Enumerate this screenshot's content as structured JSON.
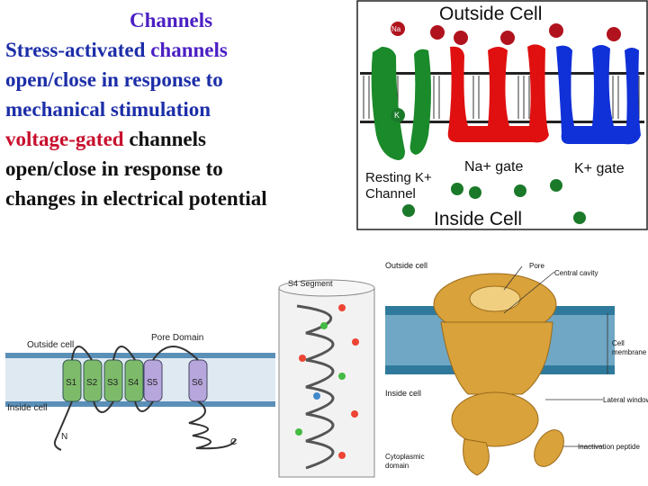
{
  "text": {
    "title": "Channels",
    "line1_prefix": "Stress-activated ",
    "line1_suffix": "channels",
    "line2": "open/close in response to",
    "line3": "mechanical stimulation",
    "line4_prefix": "voltage-gated ",
    "line4_suffix": "channels",
    "line5": "open/close in response to",
    "line6": "changes in electrical potential"
  },
  "top_right": {
    "outside_label": "Outside Cell",
    "inside_label": "Inside Cell",
    "resting_label_1": "Resting K+",
    "resting_label_2": "Channel",
    "na_gate_label": "Na+ gate",
    "k_gate_label": "K+ gate",
    "na_ion": "Na",
    "k_ion": "K"
  },
  "bottom_left": {
    "outside_label": "Outside cell",
    "inside_label": "Inside cell",
    "pore_label": "Pore Domain",
    "s4_label": "S4 Segment",
    "segments": [
      "S1",
      "S2",
      "S3",
      "S4",
      "S5",
      "S6"
    ],
    "n_label": "N",
    "c_label": "C"
  },
  "bottom_right": {
    "outside_label": "Outside cell",
    "inside_label": "Inside cell",
    "pore_label": "Pore",
    "central_label": "Central cavity",
    "membrane_label_1": "Cell",
    "membrane_label_2": "membrane",
    "lateral_label": "Lateral window",
    "cyto_label_1": "Cytoplasmic",
    "cyto_label_2": "domain",
    "inactivation_label": "Inactivation peptide"
  },
  "colors": {
    "title": "#4b1fc4",
    "text_blue": "#1c2ea8",
    "text_red": "#c8102e",
    "green_channel": "#1a8a2a",
    "red_channel": "#e01010",
    "blue_channel": "#1030d8",
    "gold_channel": "#d9a23a",
    "membrane_blue": "#4a9ab8"
  }
}
